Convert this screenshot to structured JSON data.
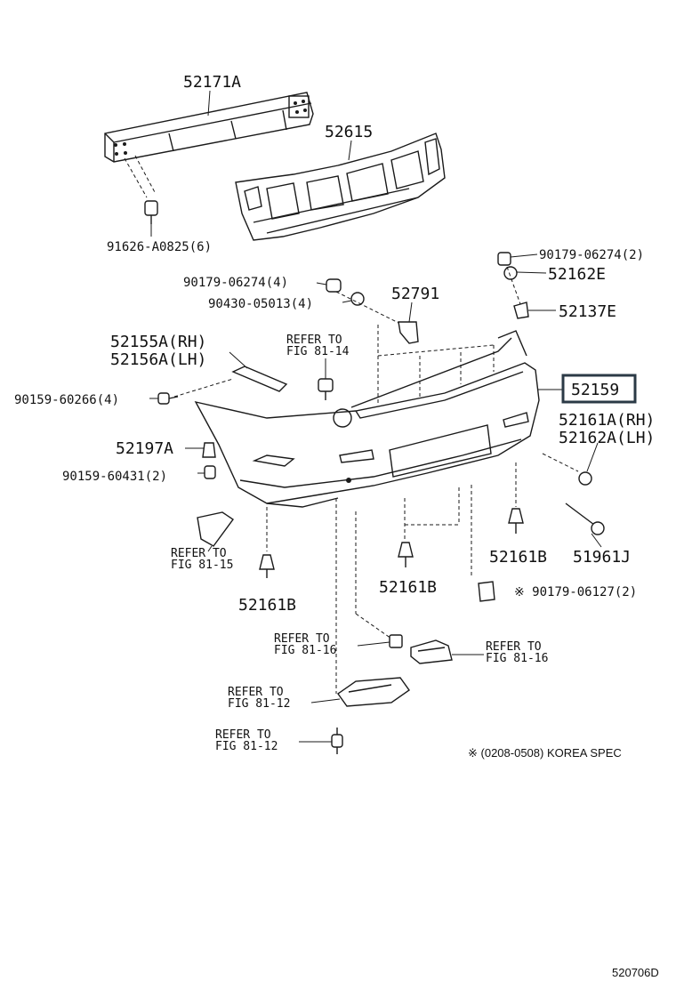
{
  "callouts": {
    "p52171A": "52171A",
    "p52615": "52615",
    "p91626": "91626-A0825(6)",
    "p90179_top": "90179-06274(2)",
    "p52162E": "52162E",
    "p90179_left": "90179-06274(4)",
    "p90430": "90430-05013(4)",
    "p52791": "52791",
    "p52137E": "52137E",
    "p52155A": "52155A(RH)",
    "p52156A": "52156A(LH)",
    "p90159_60266": "90159-60266(4)",
    "p52159": "52159",
    "p52161A": "52161A(RH)",
    "p52162A": "52162A(LH)",
    "p52197A": "52197A",
    "p90159_60431": "90159-60431(2)",
    "p52161B_mid": "52161B",
    "p52161B_right": "52161B",
    "p51961J": "51961J",
    "p52161B_left": "52161B",
    "p90179_06127": "※ 90179-06127(2)"
  },
  "refs": {
    "refer_to": "REFER TO",
    "fig_81_14": "FIG 81-14",
    "fig_81_15": "FIG 81-15",
    "fig_81_16": "FIG 81-16",
    "fig_81_12": "FIG 81-12"
  },
  "footnote": "※ (0208-0508) KOREA  SPEC",
  "diagram_id": "520706D",
  "colors": {
    "highlight": "#2b3a46",
    "line": "#1a1a1a"
  }
}
